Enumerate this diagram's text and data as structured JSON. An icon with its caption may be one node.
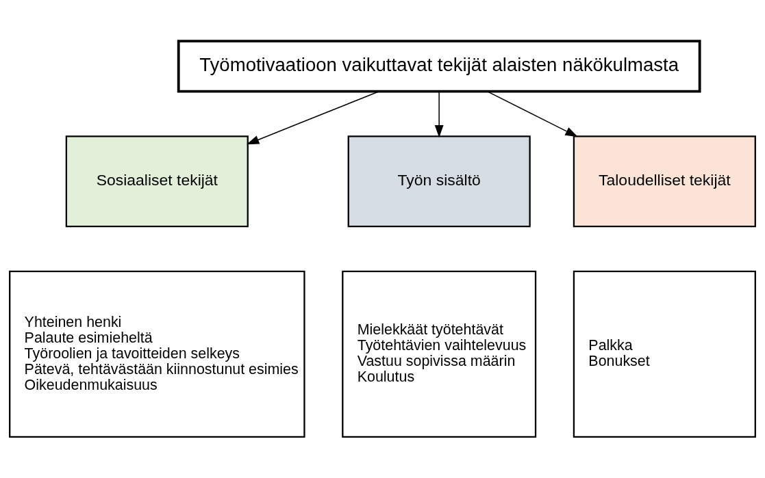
{
  "diagram": {
    "nodes": [
      {
        "text": [
          "Työmotivaatioon vaikuttavat tekijät alaisten näkökulmasta"
        ]
      },
      {
        "text": [
          "Sosiaaliset tekijät"
        ]
      },
      {
        "text": [
          "Yhteinen henki",
          "Palaute esimieheltä",
          "Työroolien ja tavoitteiden selkeys",
          "Pätevä, tehtävästään kiinnostunut esimies",
          "Oikeudenmukaisuus"
        ]
      },
      {
        "text": [
          "Työn sisältö"
        ]
      },
      {
        "text": [
          "Mielekkäät työtehtävät",
          "Työtehtävien vaihtelevuus",
          "Vastuu sopivissa määrin",
          "Koulutus"
        ]
      },
      {
        "text": [
          "Taloudelliset tekijät"
        ]
      },
      {
        "text": [
          "Palkka",
          "Bonukset"
        ]
      }
    ],
    "edges": [
      {
        "from": 0,
        "to": 1,
        "arrow": "to"
      },
      {
        "from": 0,
        "to": 3,
        "arrow": "to"
      },
      {
        "from": 0,
        "to": 5,
        "arrow": "to"
      }
    ]
  }
}
